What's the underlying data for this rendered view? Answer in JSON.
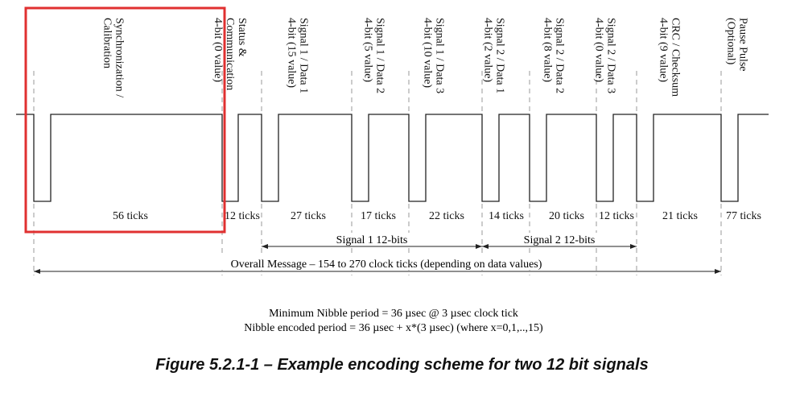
{
  "columns": [
    {
      "label_lines": [
        "Synchronization /",
        "Calibration"
      ],
      "ticks": "56 ticks"
    },
    {
      "label_lines": [
        "Status &",
        "Communication",
        "4-bit (0 value)"
      ],
      "ticks": "12 ticks"
    },
    {
      "label_lines": [
        "Signal 1 / Data 1",
        "4-bit (15 value)"
      ],
      "ticks": "27 ticks"
    },
    {
      "label_lines": [
        "Signal 1 / Data 2",
        "4-bit (5 value)"
      ],
      "ticks": "17 ticks"
    },
    {
      "label_lines": [
        "Signal 1 / Data 3",
        "4-bit (10 value)"
      ],
      "ticks": "22 ticks"
    },
    {
      "label_lines": [
        "Signal 2 / Data 1",
        "4-bit (2 value)"
      ],
      "ticks": "14 ticks"
    },
    {
      "label_lines": [
        "Signal 2 / Data 2",
        "4-bit (8 value)"
      ],
      "ticks": "20 ticks"
    },
    {
      "label_lines": [
        "Signal 2 / Data 3",
        "4-bit (0 value)"
      ],
      "ticks": "12 ticks"
    },
    {
      "label_lines": [
        "CRC / Checksum",
        "4-bit (9 value)"
      ],
      "ticks": "21 ticks"
    },
    {
      "label_lines": [
        "Pause Pulse",
        "(Optional)"
      ],
      "ticks": "77 ticks"
    }
  ],
  "spans": {
    "signal1": "Signal 1 12-bits",
    "signal2": "Signal 2 12-bits",
    "overall": "Overall Message – 154 to 270 clock ticks (depending on data values)"
  },
  "notes": {
    "line1": "Minimum Nibble period = 36 µsec @ 3 µsec clock tick",
    "line2": "Nibble encoded period = 36 µsec + x*(3 µsec)  (where x=0,1,..,15)"
  },
  "caption": "Figure 5.2.1-1 – Example encoding scheme for two 12 bit signals",
  "colors": {
    "signal": "#222222",
    "dashed": "#9a9a9a",
    "highlight": "#e03030"
  }
}
